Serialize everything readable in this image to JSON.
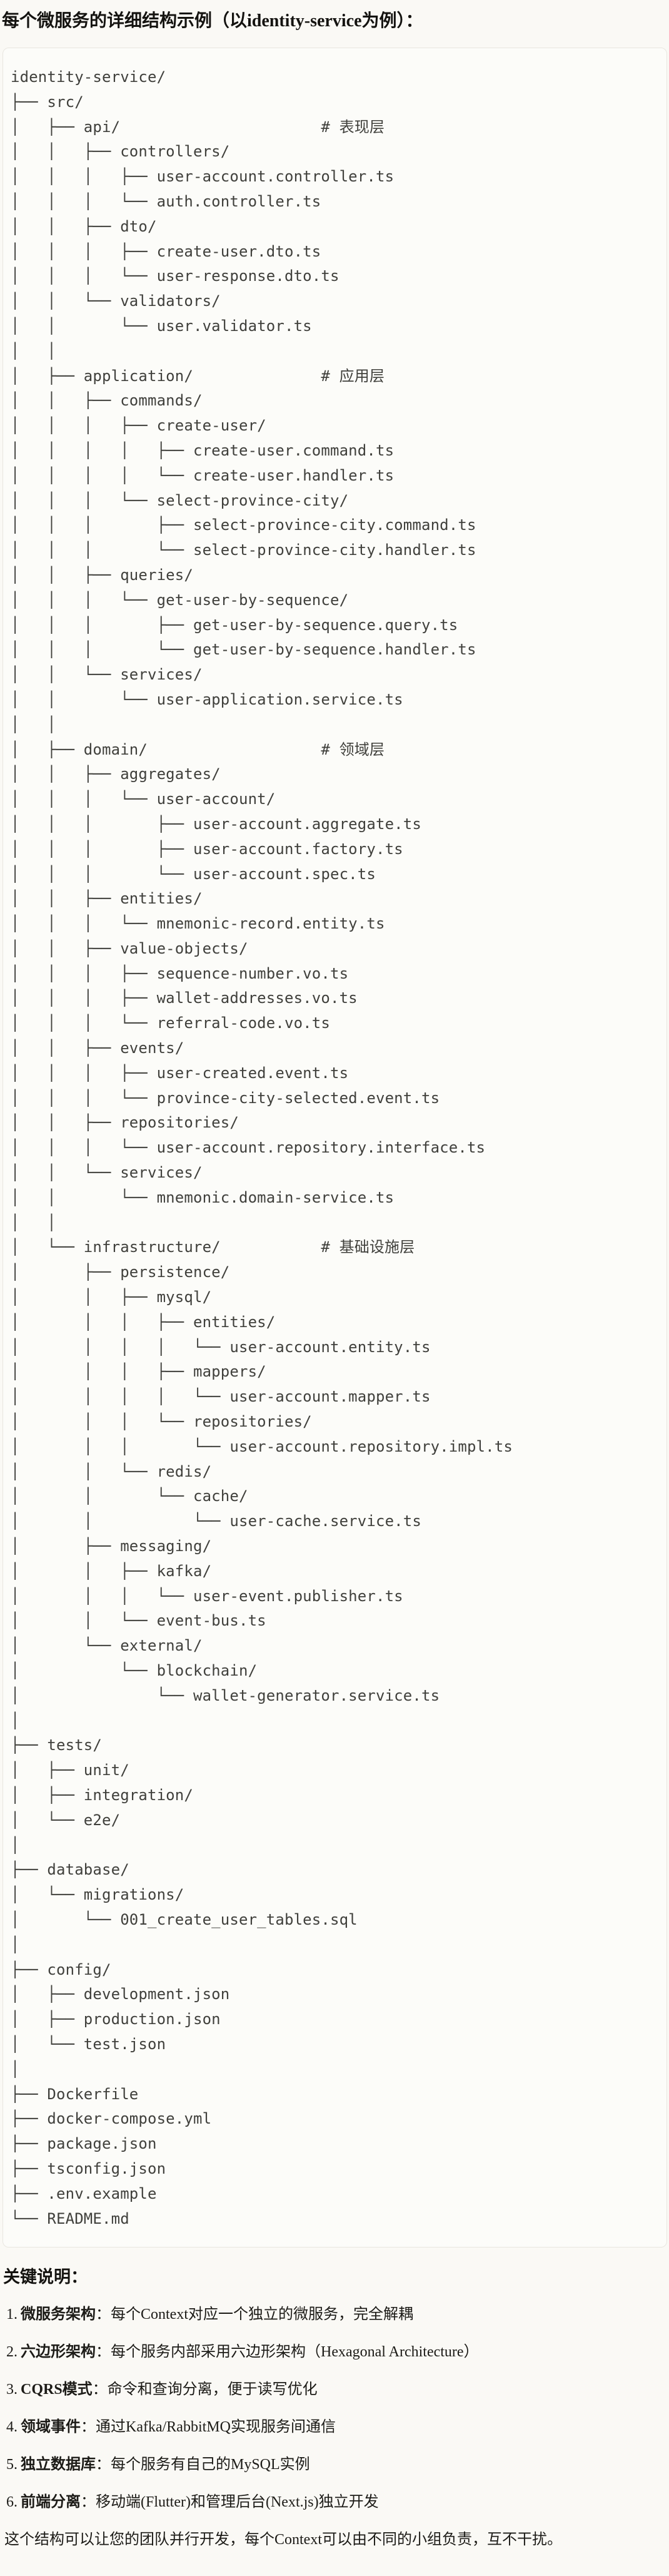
{
  "page": {
    "title": "每个微服务的详细结构示例（以identity-service为例）：",
    "notes_heading": "关键说明：",
    "closing": "这个结构可以让您的团队并行开发，每个Context可以由不同的小组负责，互不干扰。"
  },
  "colors": {
    "page_bg": "#faf9f5",
    "code_bg": "#fcfcf9",
    "code_border": "#e8e6e0",
    "tree_text": "#40403c",
    "text": "#1c1b17"
  },
  "tree": {
    "lines": [
      "identity-service/",
      "├── src/",
      "│   ├── api/                      # 表现层",
      "│   │   ├── controllers/",
      "│   │   │   ├── user-account.controller.ts",
      "│   │   │   └── auth.controller.ts",
      "│   │   ├── dto/",
      "│   │   │   ├── create-user.dto.ts",
      "│   │   │   └── user-response.dto.ts",
      "│   │   └── validators/",
      "│   │       └── user.validator.ts",
      "│   │",
      "│   ├── application/              # 应用层",
      "│   │   ├── commands/",
      "│   │   │   ├── create-user/",
      "│   │   │   │   ├── create-user.command.ts",
      "│   │   │   │   └── create-user.handler.ts",
      "│   │   │   └── select-province-city/",
      "│   │   │       ├── select-province-city.command.ts",
      "│   │   │       └── select-province-city.handler.ts",
      "│   │   ├── queries/",
      "│   │   │   └── get-user-by-sequence/",
      "│   │   │       ├── get-user-by-sequence.query.ts",
      "│   │   │       └── get-user-by-sequence.handler.ts",
      "│   │   └── services/",
      "│   │       └── user-application.service.ts",
      "│   │",
      "│   ├── domain/                   # 领域层",
      "│   │   ├── aggregates/",
      "│   │   │   └── user-account/",
      "│   │   │       ├── user-account.aggregate.ts",
      "│   │   │       ├── user-account.factory.ts",
      "│   │   │       └── user-account.spec.ts",
      "│   │   ├── entities/",
      "│   │   │   └── mnemonic-record.entity.ts",
      "│   │   ├── value-objects/",
      "│   │   │   ├── sequence-number.vo.ts",
      "│   │   │   ├── wallet-addresses.vo.ts",
      "│   │   │   └── referral-code.vo.ts",
      "│   │   ├── events/",
      "│   │   │   ├── user-created.event.ts",
      "│   │   │   └── province-city-selected.event.ts",
      "│   │   ├── repositories/",
      "│   │   │   └── user-account.repository.interface.ts",
      "│   │   └── services/",
      "│   │       └── mnemonic.domain-service.ts",
      "│   │",
      "│   └── infrastructure/           # 基础设施层",
      "│       ├── persistence/",
      "│       │   ├── mysql/",
      "│       │   │   ├── entities/",
      "│       │   │   │   └── user-account.entity.ts",
      "│       │   │   ├── mappers/",
      "│       │   │   │   └── user-account.mapper.ts",
      "│       │   │   └── repositories/",
      "│       │   │       └── user-account.repository.impl.ts",
      "│       │   └── redis/",
      "│       │       └── cache/",
      "│       │           └── user-cache.service.ts",
      "│       ├── messaging/",
      "│       │   ├── kafka/",
      "│       │   │   └── user-event.publisher.ts",
      "│       │   └── event-bus.ts",
      "│       └── external/",
      "│           └── blockchain/",
      "│               └── wallet-generator.service.ts",
      "│",
      "├── tests/",
      "│   ├── unit/",
      "│   ├── integration/",
      "│   └── e2e/",
      "│",
      "├── database/",
      "│   └── migrations/",
      "│       └── 001_create_user_tables.sql",
      "│",
      "├── config/",
      "│   ├── development.json",
      "│   ├── production.json",
      "│   └── test.json",
      "│",
      "├── Dockerfile",
      "├── docker-compose.yml",
      "├── package.json",
      "├── tsconfig.json",
      "├── .env.example",
      "└── README.md"
    ]
  },
  "notes": {
    "items": [
      {
        "num": "1.",
        "term": "微服务架构",
        "text": "：每个Context对应一个独立的微服务，完全解耦"
      },
      {
        "num": "2.",
        "term": "六边形架构",
        "text": "：每个服务内部采用六边形架构（Hexagonal Architecture）"
      },
      {
        "num": "3.",
        "term": "CQRS模式",
        "text": "：命令和查询分离，便于读写优化"
      },
      {
        "num": "4.",
        "term": "领域事件",
        "text": "：通过Kafka/RabbitMQ实现服务间通信"
      },
      {
        "num": "5.",
        "term": "独立数据库",
        "text": "：每个服务有自己的MySQL实例"
      },
      {
        "num": "6.",
        "term": "前端分离",
        "text": "：移动端(Flutter)和管理后台(Next.js)独立开发"
      }
    ]
  }
}
